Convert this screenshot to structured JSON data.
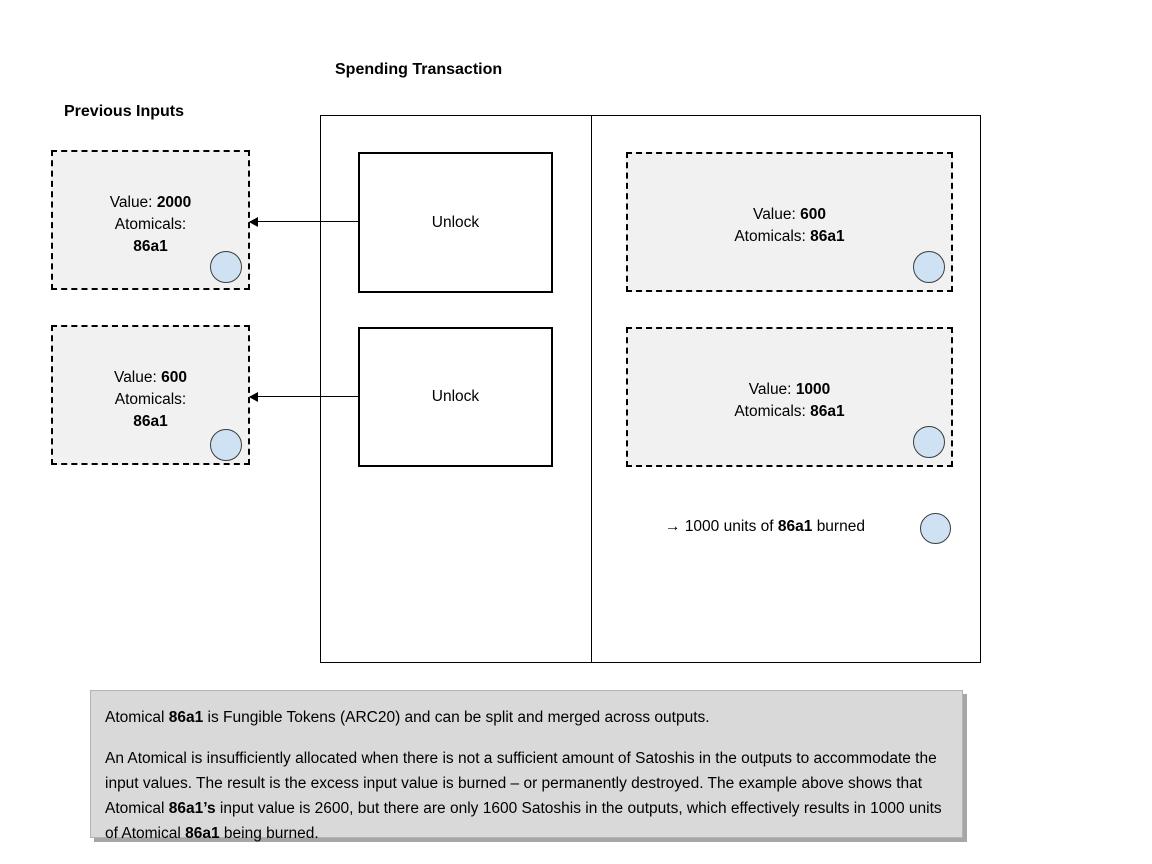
{
  "diagram": {
    "spending_title": "Spending Transaction",
    "previous_inputs_title": "Previous Inputs"
  },
  "inputs": [
    {
      "value_label": "Value:",
      "value": "2000",
      "atomicals_label": "Atomicals:",
      "atomicals_id": "86a1",
      "token_icon": "token-circle-icon"
    },
    {
      "value_label": "Value:",
      "value": "600",
      "atomicals_label": "Atomicals:",
      "atomicals_id": "86a1",
      "token_icon": "token-circle-icon"
    }
  ],
  "unlocks": [
    {
      "label": "Unlock"
    },
    {
      "label": "Unlock"
    }
  ],
  "outputs": [
    {
      "value_label": "Value:",
      "value": "600",
      "atomicals_label": "Atomicals:",
      "atomicals_id": "86a1",
      "token_icon": "token-circle-icon"
    },
    {
      "value_label": "Value:",
      "value": "1000",
      "atomicals_label": "Atomicals:",
      "atomicals_id": "86a1",
      "token_icon": "token-circle-icon"
    }
  ],
  "burned": {
    "arrow_glyph": "→",
    "prefix": "1000 units of",
    "atomicals_id": "86a1",
    "suffix": "burned",
    "token_icon": "token-circle-icon"
  },
  "footnote": {
    "line1_pre": "Atomical ",
    "line1_bold": "86a1",
    "line1_post": " is Fungible Tokens (ARC20) and can be split and merged across outputs.",
    "line2_a": "An Atomical is insufficiently allocated when there is not a sufficient amount of Satoshis in the outputs to accommodate the input values. The result is the excess input value is burned – or permanently destroyed.  The example above shows that Atomical ",
    "line2_bold1": "86a1’s",
    "line2_b": " input value is 2600, but there are only 1600 Satoshis in the outputs, which effectively results in 1000 units of Atomical ",
    "line2_bold2": "86a1",
    "line2_c": " being burned."
  },
  "colors": {
    "token_fill": "#cfe2f3",
    "utxo_fill": "#f1f1f1",
    "footnote_fill": "#d9d9d9",
    "stroke": "#000000"
  }
}
